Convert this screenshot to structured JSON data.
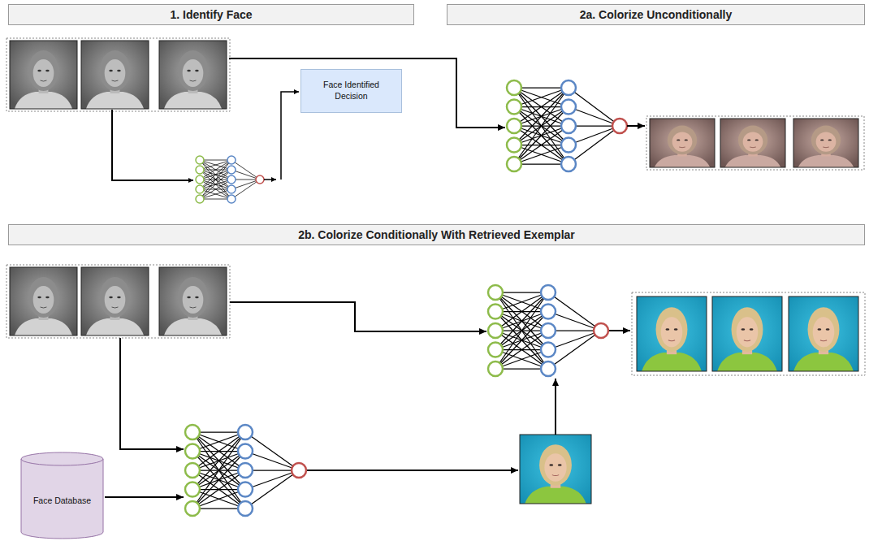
{
  "diagram": {
    "nodes": [
      {
        "text": [
          "1. Identify Face"
        ]
      },
      {
        "text": [
          "2a. Colorize Unconditionally"
        ]
      },
      {
        "text": [
          "Face Identified Decision"
        ]
      },
      {
        "text": [
          "2b. Colorize Conditionally With Retrieved Exemplar"
        ]
      },
      {
        "text": [
          "Face Database"
        ]
      }
    ]
  }
}
